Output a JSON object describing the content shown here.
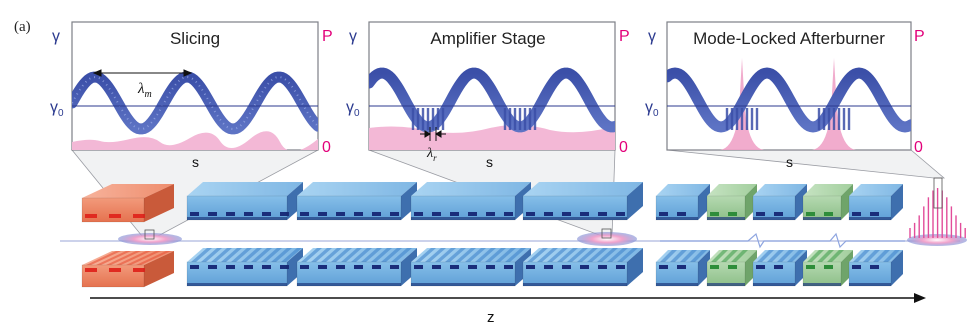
{
  "panel_label": "(a)",
  "axis_labels": {
    "gamma": "γ",
    "gamma0": "γ",
    "gamma0_sub": "0",
    "power": "P",
    "zero": "0",
    "s": "s",
    "z": "z"
  },
  "panels": [
    {
      "title": "Slicing",
      "annotation": "λ",
      "annotation_sub": "m"
    },
    {
      "title": "Amplifier Stage",
      "annotation": "λ",
      "annotation_sub": "r"
    },
    {
      "title": "Mode-Locked Afterburner",
      "annotation": "",
      "annotation_sub": ""
    }
  ],
  "colors": {
    "electron_blue": "#3b4fa8",
    "power_pink": "#e2007a",
    "power_fill": "#f3b8d6",
    "modulator": "#f08a66",
    "undulator": "#8cc3ea",
    "chicane_green": "#a7d2a4",
    "magnet_dark": "#1e2b6e"
  }
}
